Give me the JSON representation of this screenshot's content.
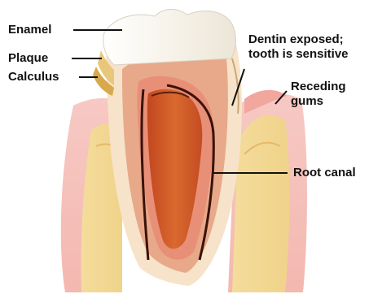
{
  "diagram": {
    "labels": {
      "enamel": "Enamel",
      "plaque": "Plaque",
      "calculus": "Calculus",
      "dentin_line1": "Dentin exposed;",
      "dentin_line2": "tooth is sensitive",
      "receding_line1": "Receding",
      "receding_line2": "gums",
      "root_canal": "Root canal"
    }
  }
}
